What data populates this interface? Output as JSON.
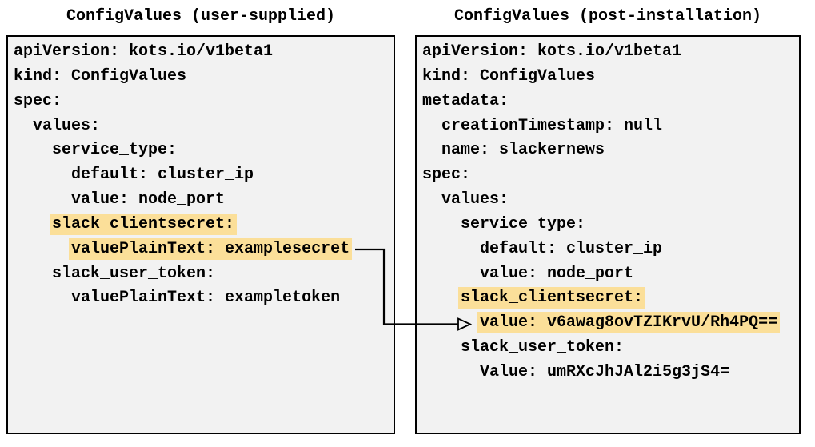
{
  "left_panel": {
    "title": "ConfigValues (user-supplied)",
    "lines": [
      {
        "indent": "",
        "text": "apiVersion: kots.io/v1beta1",
        "highlighted": false
      },
      {
        "indent": "",
        "text": "kind: ConfigValues",
        "highlighted": false
      },
      {
        "indent": "",
        "text": "spec:",
        "highlighted": false
      },
      {
        "indent": "  ",
        "text": "values:",
        "highlighted": false
      },
      {
        "indent": "    ",
        "text": "service_type:",
        "highlighted": false
      },
      {
        "indent": "      ",
        "text": "default: cluster_ip",
        "highlighted": false
      },
      {
        "indent": "      ",
        "text": "value: node_port",
        "highlighted": false
      },
      {
        "indent": "    ",
        "text": "slack_clientsecret:",
        "highlighted": true
      },
      {
        "indent": "      ",
        "text": "valuePlainText: examplesecret",
        "highlighted": true
      },
      {
        "indent": "    ",
        "text": "slack_user_token:",
        "highlighted": false
      },
      {
        "indent": "      ",
        "text": "valuePlainText: exampletoken",
        "highlighted": false
      }
    ]
  },
  "right_panel": {
    "title": "ConfigValues (post-installation)",
    "lines": [
      {
        "indent": "",
        "text": "apiVersion: kots.io/v1beta1",
        "highlighted": false
      },
      {
        "indent": "",
        "text": "kind: ConfigValues",
        "highlighted": false
      },
      {
        "indent": "",
        "text": "metadata:",
        "highlighted": false
      },
      {
        "indent": "  ",
        "text": "creationTimestamp: null",
        "highlighted": false
      },
      {
        "indent": "  ",
        "text": "name: slackernews",
        "highlighted": false
      },
      {
        "indent": "",
        "text": "spec:",
        "highlighted": false
      },
      {
        "indent": "  ",
        "text": "values:",
        "highlighted": false
      },
      {
        "indent": "    ",
        "text": "service_type:",
        "highlighted": false
      },
      {
        "indent": "      ",
        "text": "default: cluster_ip",
        "highlighted": false
      },
      {
        "indent": "      ",
        "text": "value: node_port",
        "highlighted": false
      },
      {
        "indent": "    ",
        "text": "slack_clientsecret:",
        "highlighted": true
      },
      {
        "indent": "      ",
        "text": "value: v6awag8ovTZIKrvU/Rh4PQ==",
        "highlighted": true
      },
      {
        "indent": "    ",
        "text": "slack_user_token:",
        "highlighted": false
      },
      {
        "indent": "      ",
        "text": "Value: umRXcJhJAl2i5g3jS4=",
        "highlighted": false
      }
    ]
  },
  "arrow": {
    "from_line": "valuePlainText: examplesecret",
    "to_line": "value: v6awag8ovTZIKrvU/Rh4PQ==",
    "color": "#000000"
  },
  "colors": {
    "highlight": "#fbdf99",
    "panel_background": "#f2f2f2",
    "panel_border": "#000000",
    "text": "#000000",
    "page_background": "#ffffff"
  }
}
